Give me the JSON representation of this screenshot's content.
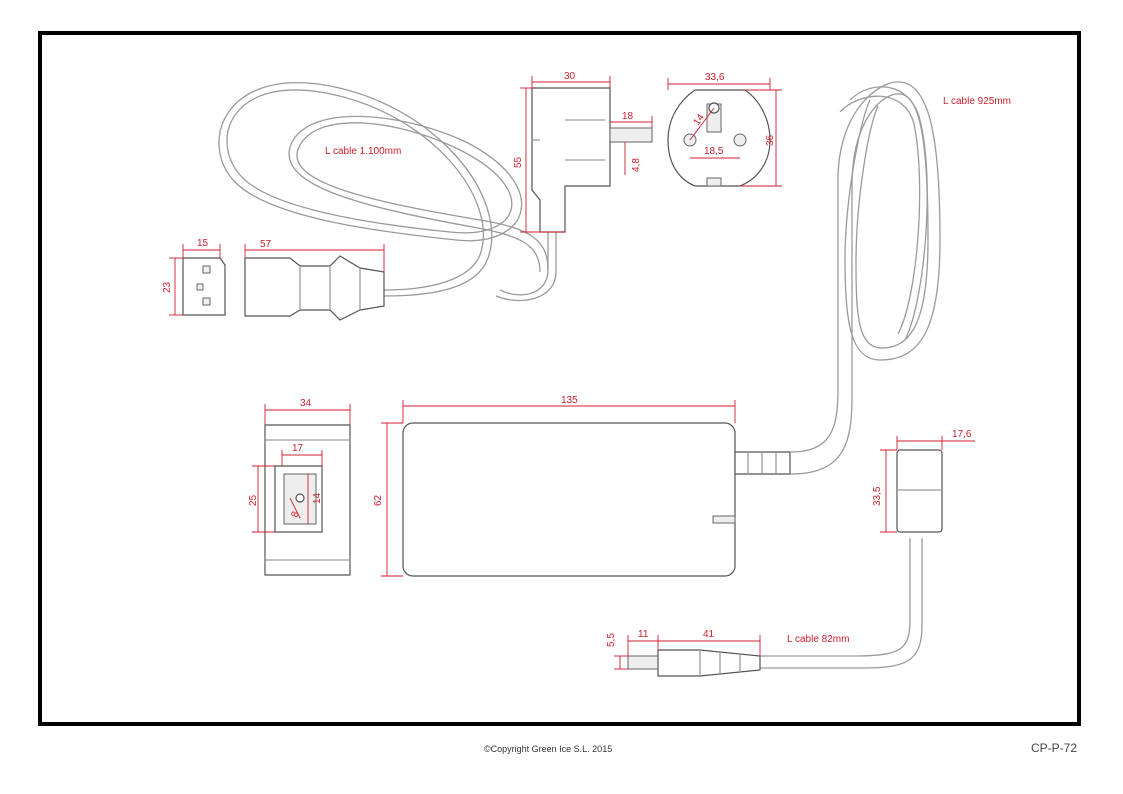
{
  "labels": {
    "cable_main": "L cable 1.100mm",
    "cable_dc": "L cable 925mm",
    "cable_plug": "L cable 82mm"
  },
  "dimensions": {
    "plug_width": "30",
    "plug_height": "55",
    "pin_length": "18",
    "pin_diameter": "4,8",
    "socket_width": "33,6",
    "socket_height": "36",
    "socket_pin_spacing": "18,5",
    "socket_pin_offset": "14",
    "iec_face_width": "15",
    "iec_face_height": "23",
    "iec_length": "57",
    "inlet_width": "34",
    "inlet_inner_width": "17",
    "inlet_height": "25",
    "inlet_depth": "14",
    "inlet_small": "8",
    "adapter_length": "135",
    "adapter_height": "62",
    "ferrite_width": "17,6",
    "ferrite_height": "33,5",
    "dc_tip": "11",
    "dc_body": "41",
    "dc_diameter": "5,5"
  },
  "footer": {
    "copyright": "©Copyright Green Ice S.L. 2015",
    "code": "CP-P-72"
  }
}
